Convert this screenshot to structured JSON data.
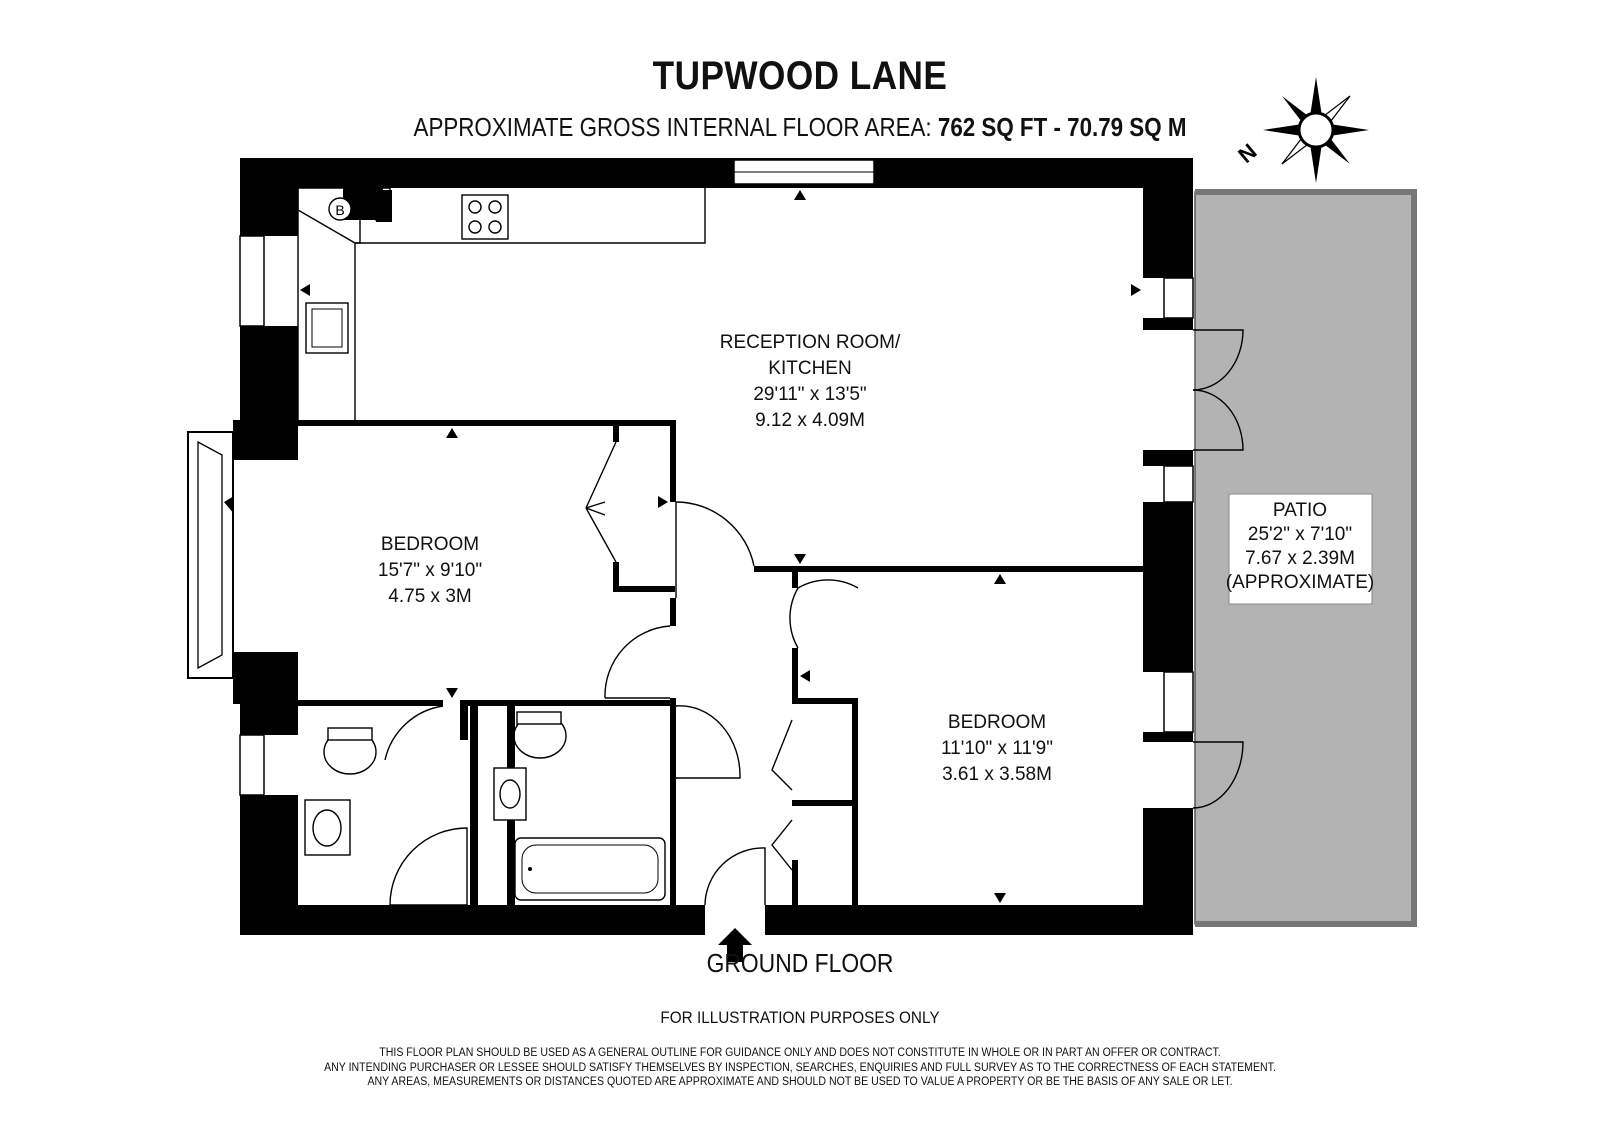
{
  "header": {
    "title": "TUPWOOD LANE",
    "area_label": "APPROXIMATE GROSS INTERNAL FLOOR AREA:",
    "area_sqft": "762 SQ FT",
    "area_sep": "-",
    "area_sqm": "70.79 SQ M"
  },
  "compass": {
    "label": "N",
    "icon": "compass-rose-icon"
  },
  "rooms": {
    "reception": {
      "name_line1": "RECEPTION ROOM/",
      "name_line2": "KITCHEN",
      "imperial": "29'11\" x 13'5\"",
      "metric": "9.12 x 4.09M"
    },
    "bedroom1": {
      "name": "BEDROOM",
      "imperial": "15'7\" x 9'10\"",
      "metric": "4.75 x 3M"
    },
    "bedroom2": {
      "name": "BEDROOM",
      "imperial": "11'10\" x 11'9\"",
      "metric": "3.61 x 3.58M"
    },
    "patio": {
      "name": "PATIO",
      "imperial": "25'2\" x 7'10\"",
      "metric": "7.67 x 2.39M",
      "note": "(APPROXIMATE)"
    }
  },
  "fixtures": {
    "boiler_label": "B"
  },
  "footer": {
    "floor": "GROUND FLOOR",
    "illustration": "FOR ILLUSTRATION PURPOSES ONLY",
    "disclaimer_line1": "THIS FLOOR PLAN SHOULD BE USED AS A GENERAL OUTLINE FOR GUIDANCE ONLY AND DOES NOT CONSTITUTE IN WHOLE OR IN PART AN OFFER OR CONTRACT.",
    "disclaimer_line2": "ANY INTENDING PURCHASER OR LESSEE SHOULD SATISFY THEMSELVES BY INSPECTION, SEARCHES, ENQUIRIES AND FULL SURVEY AS TO THE CORRECTNESS OF EACH STATEMENT.",
    "disclaimer_line3": "ANY AREAS, MEASUREMENTS OR DISTANCES QUOTED ARE APPROXIMATE AND SHOULD NOT BE USED TO VALUE A PROPERTY OR BE THE BASIS OF ANY SALE OR LET."
  },
  "colors": {
    "wall": "#000000",
    "patio_fill": "#b3b3b3",
    "background": "#ffffff"
  }
}
